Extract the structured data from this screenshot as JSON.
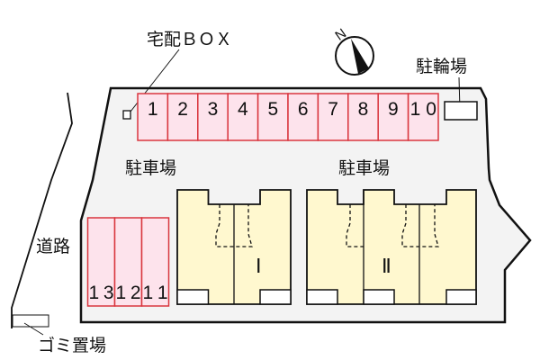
{
  "labels": {
    "delivery_box": "宅配ＢＯＸ",
    "bicycle_parking": "駐輪場",
    "parking_left": "駐車場",
    "parking_right": "駐車場",
    "road": "道路",
    "garbage": "ゴミ置場",
    "compass_north": "N"
  },
  "top_spaces": [
    "1",
    "2",
    "3",
    "4",
    "5",
    "6",
    "7",
    "8",
    "9",
    "10"
  ],
  "left_spaces": [
    "13",
    "12",
    "11"
  ],
  "buildings": [
    {
      "name": "Ⅰ"
    },
    {
      "name": "Ⅱ"
    }
  ],
  "colors": {
    "lot": "#f3f3f3",
    "space_fill": "#fde3ec",
    "space_stroke": "#d9363e",
    "building_fill": "#fff8cf",
    "outline": "#111111"
  }
}
